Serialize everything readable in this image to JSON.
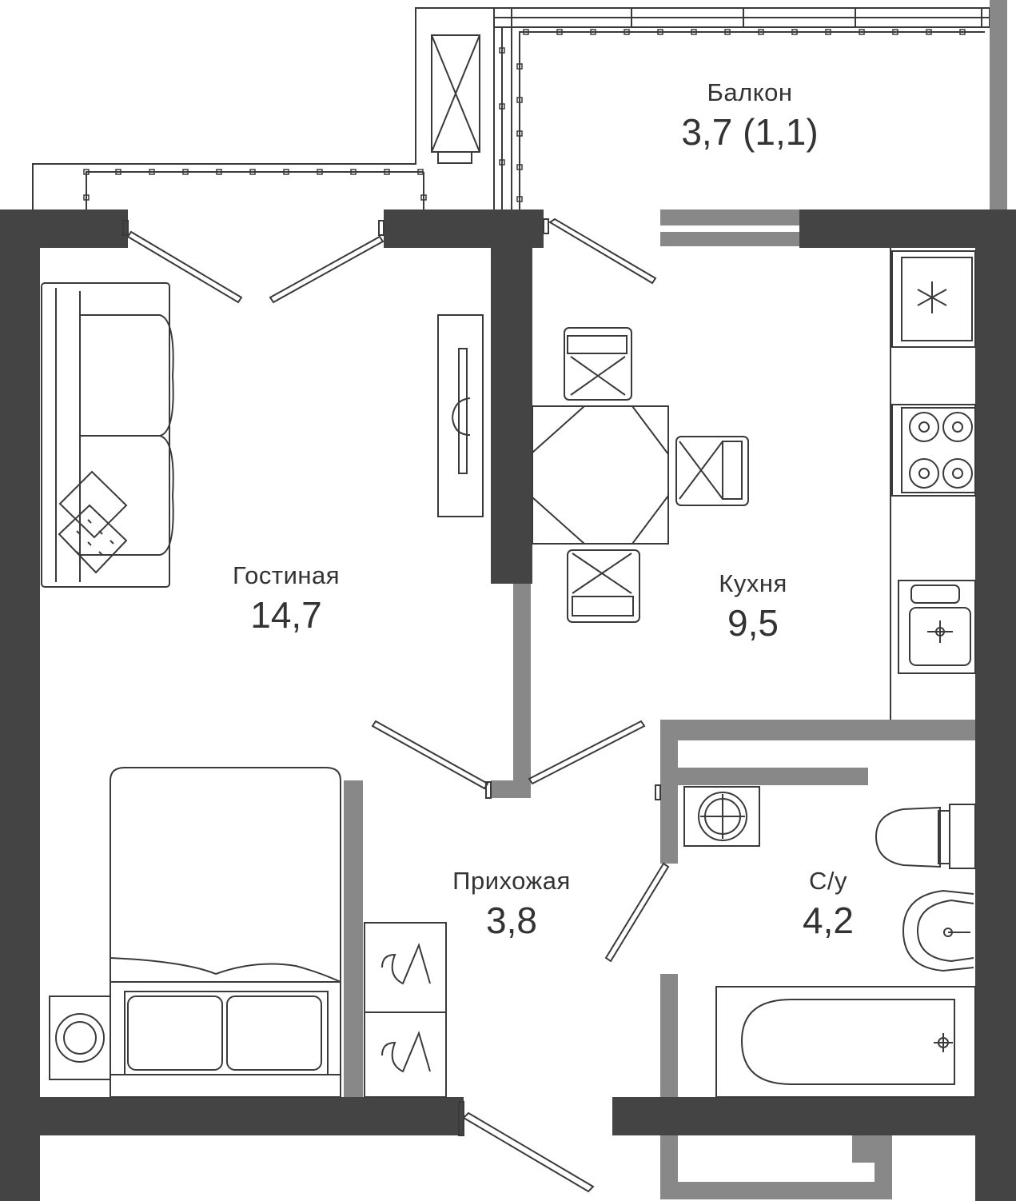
{
  "colors": {
    "wall": "#444444",
    "partition": "#888888",
    "line": "#3a3a3a",
    "text": "#333333",
    "background": "#ffffff"
  },
  "rooms": [
    {
      "id": "balcony",
      "name": "Балкон",
      "area": "3,7 (1,1)"
    },
    {
      "id": "living",
      "name": "Гостиная",
      "area": "14,7"
    },
    {
      "id": "kitchen",
      "name": "Кухня",
      "area": "9,5"
    },
    {
      "id": "hall",
      "name": "Прихожая",
      "area": "3,8"
    },
    {
      "id": "bath",
      "name": "С/у",
      "area": "4,2"
    }
  ],
  "icons": [
    "sofa-icon",
    "tv-icon",
    "dining-table-icon",
    "chair-icon",
    "fridge-icon",
    "stove-icon",
    "kitchen-sink-icon",
    "bed-icon",
    "wardrobe-icon",
    "washing-machine-icon",
    "toilet-icon",
    "washbasin-icon",
    "bathtub-icon",
    "air-conditioner-icon",
    "radiator-icon",
    "door-icon"
  ]
}
